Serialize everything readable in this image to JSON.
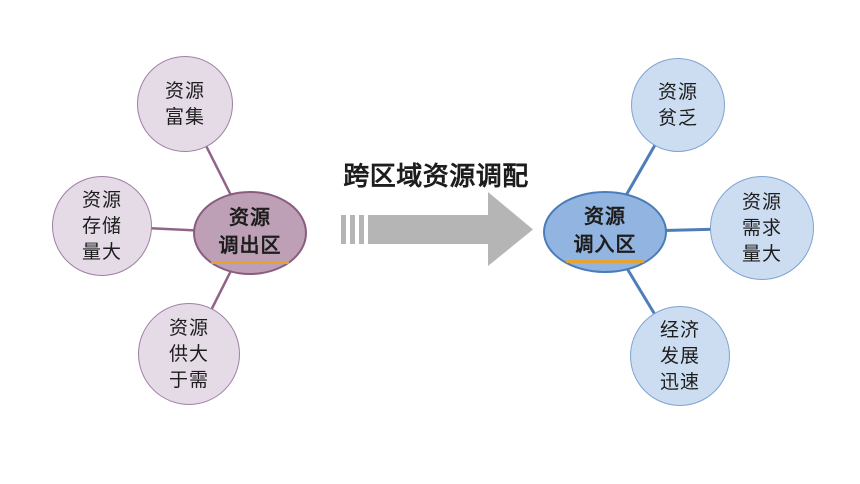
{
  "title": {
    "label": "跨区域资源调配"
  },
  "left_group": {
    "center": {
      "line1": "资源",
      "line2": "调出区"
    },
    "satellites": [
      {
        "lines": [
          "资源",
          "富集"
        ]
      },
      {
        "lines": [
          "资源",
          "存储",
          "量大"
        ]
      },
      {
        "lines": [
          "资源",
          "供大",
          "于需"
        ]
      }
    ]
  },
  "right_group": {
    "center": {
      "line1": "资源",
      "line2": "调入区"
    },
    "satellites": [
      {
        "lines": [
          "资源",
          "贫乏"
        ]
      },
      {
        "lines": [
          "资源",
          "需求",
          "量大"
        ]
      },
      {
        "lines": [
          "经济",
          "发展",
          "迅速"
        ]
      }
    ]
  },
  "icons": {
    "arrow": "striped-right-arrow-icon"
  },
  "colors": {
    "left_center_fill": "#bda0b5",
    "left_center_border": "#8a5d80",
    "left_satellite_fill": "#e4dbe7",
    "left_satellite_border": "#a07fa5",
    "left_connector": "#926389",
    "right_center_fill": "#92b4e0",
    "right_center_border": "#4a7cba",
    "right_satellite_fill": "#cdddf1",
    "right_satellite_border": "#7fa3d1",
    "right_connector": "#4f7dba",
    "arrow_gray": "#b5b5b5",
    "underline_gold": "#e3a433",
    "text_dark": "#1d1d1d"
  }
}
